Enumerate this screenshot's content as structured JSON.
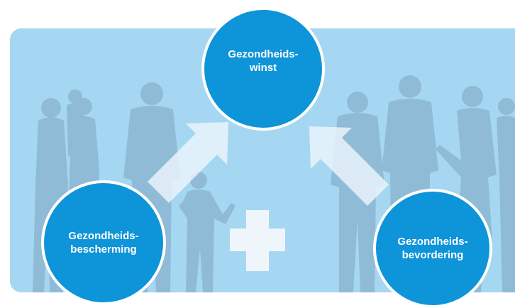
{
  "diagram": {
    "nodes": {
      "top": "Gezondheids-\nwinst",
      "left": "Gezondheids-\nbescherming",
      "right": "Gezondheids-\nbevordering"
    },
    "colors": {
      "circle": "#0e94d8",
      "panel": "#a6d7f2",
      "silhouettes": "#8fbbd6",
      "arrows": "#eef6fb"
    },
    "icons": [
      "people-silhouettes",
      "arrow-up-right",
      "arrow-up-left",
      "plus-icon"
    ]
  }
}
